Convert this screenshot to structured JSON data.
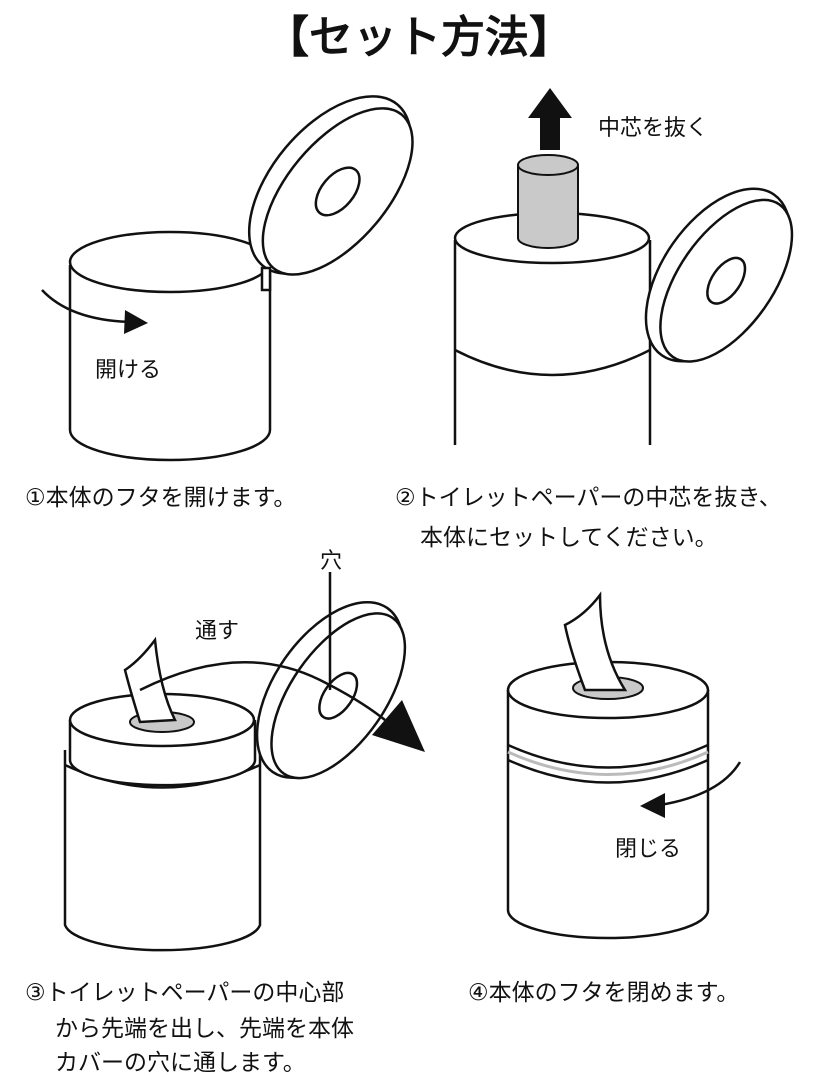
{
  "title": "【セット方法】",
  "steps": [
    {
      "label": "開ける",
      "caption": [
        "①本体のフタを開けます。"
      ]
    },
    {
      "label": "中芯を抜く",
      "caption": [
        "②トイレットペーパーの中芯を抜き、",
        "本体にセットしてください。"
      ]
    },
    {
      "label": "通す",
      "hole_label": "穴",
      "caption": [
        "③トイレットペーパーの中心部",
        "から先端を出し、先端を本体",
        "カバーの穴に通します。"
      ]
    },
    {
      "label": "閉じる",
      "caption": [
        "④本体のフタを閉めます。"
      ]
    }
  ]
}
